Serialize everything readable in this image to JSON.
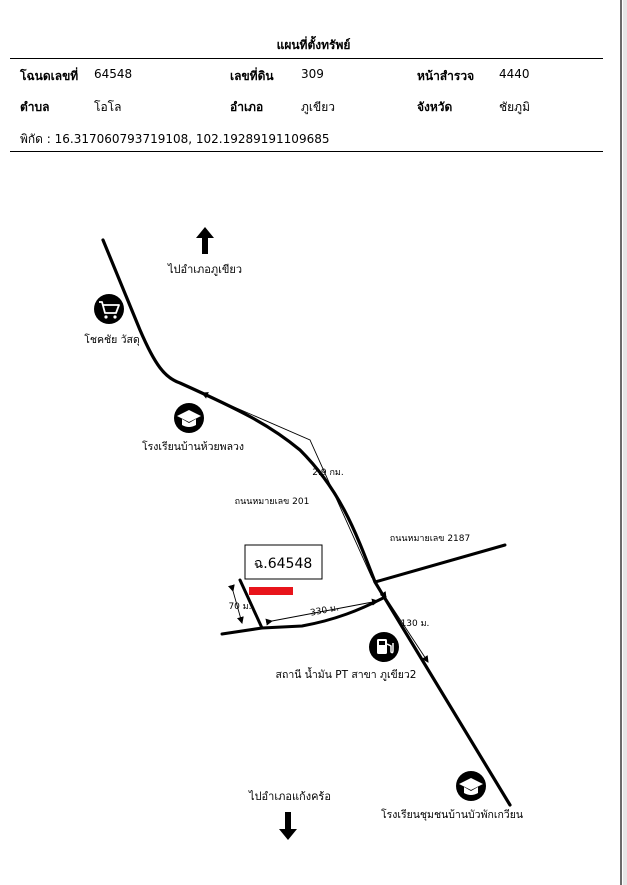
{
  "document": {
    "title": "แผนที่ตั้งทรัพย์",
    "fields": {
      "deed_label": "โฉนดเลขที่",
      "deed_value": "64548",
      "land_no_label": "เลขที่ดิน",
      "land_no_value": "309",
      "survey_page_label": "หน้าสำรวจ",
      "survey_page_value": "4440",
      "subdistrict_label": "ตำบล",
      "subdistrict_value": "โอโล",
      "district_label": "อำเภอ",
      "district_value": "ภูเขียว",
      "province_label": "จังหวัด",
      "province_value": "ชัยภูมิ"
    },
    "coordinates": "พิกัด :  16.317060793719108, 102.19289191109685"
  },
  "map": {
    "north_direction": "ไปอำเภอภูเขียว",
    "south_direction": "ไปอำเภอแก้งคร้อ",
    "landmarks": {
      "shop": "โชคชัย วัสดุ",
      "school_north": "โรงเรียนบ้านห้วยพลวง",
      "gas_station": "สถานี น้ำมัน PT สาขา ภูเขียว2",
      "school_south": "โรงเรียนชุมชนบ้านบัวพักเกวียน"
    },
    "roads": {
      "highway_201": "ถนนหมายเลข 201",
      "highway_2187": "ถนนหมายเลข 2187"
    },
    "distances": {
      "to_school": "2.9 กม.",
      "side_road": "330 ม.",
      "to_gas": "130 ม.",
      "plot_depth": "70 ม."
    },
    "plot_label": "ฉ.64548",
    "plot_color": "#e8141b"
  }
}
